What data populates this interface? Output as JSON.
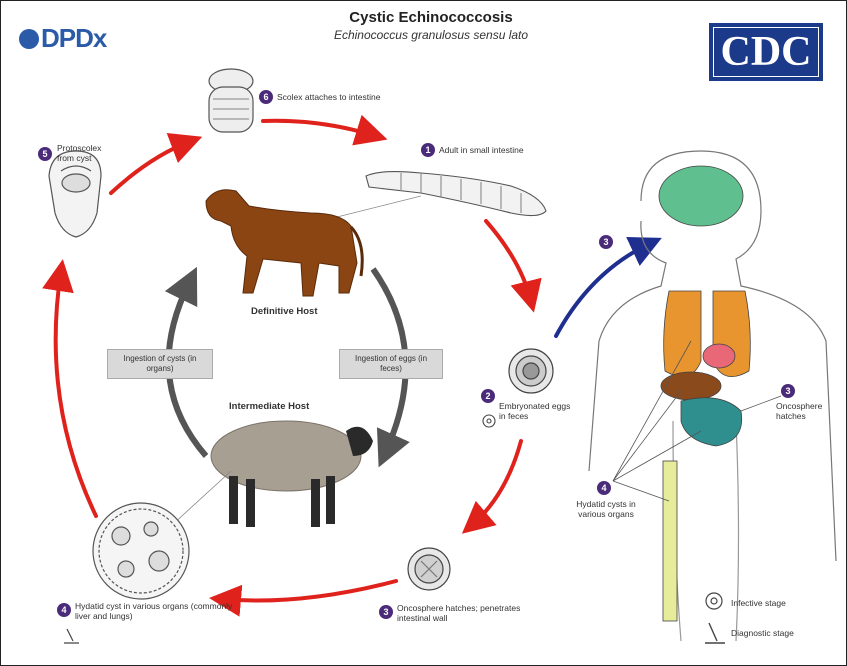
{
  "header": {
    "title": "Cystic Echinococcosis",
    "subtitle": "Echinococcus granulosus sensu lato",
    "logo_left": "DPDx",
    "logo_right": "CDC"
  },
  "hosts": {
    "definitive": "Definitive Host",
    "intermediate": "Intermediate Host"
  },
  "boxes": {
    "left": "Ingestion of cysts (in organs)",
    "right": "Ingestion of eggs (in feces)"
  },
  "stages": [
    {
      "num": "1",
      "text": "Adult in small intestine"
    },
    {
      "num": "2",
      "text": "Embryonated eggs in feces"
    },
    {
      "num": "3",
      "text": "Oncosphere hatches; penetrates intestinal wall"
    },
    {
      "num": "4",
      "text": "Hydatid cyst in various organs (commonly liver and lungs)"
    },
    {
      "num": "5",
      "text": "Protoscolex from cyst"
    },
    {
      "num": "6",
      "text": "Scolex attaches to intestine"
    }
  ],
  "human": {
    "arrow_num": "3",
    "oncosphere_num": "3",
    "oncosphere_text": "Oncosphere hatches",
    "cyst_num": "4",
    "cyst_text": "Hydatid cysts in various organs"
  },
  "legend": {
    "infective": "Infective stage",
    "diagnostic": "Diagnostic stage"
  },
  "colors": {
    "cycle_arrow": "#e0221c",
    "human_arrow": "#1f2f8f",
    "host_arrow": "#555555",
    "badge": "#4a2b7a",
    "dog": "#8b4513",
    "sheep": "#a89f93",
    "brain": "#5fbf8f",
    "lungs": "#e89530",
    "liver": "#8b4a1c",
    "intestine": "#2f8f8f"
  }
}
